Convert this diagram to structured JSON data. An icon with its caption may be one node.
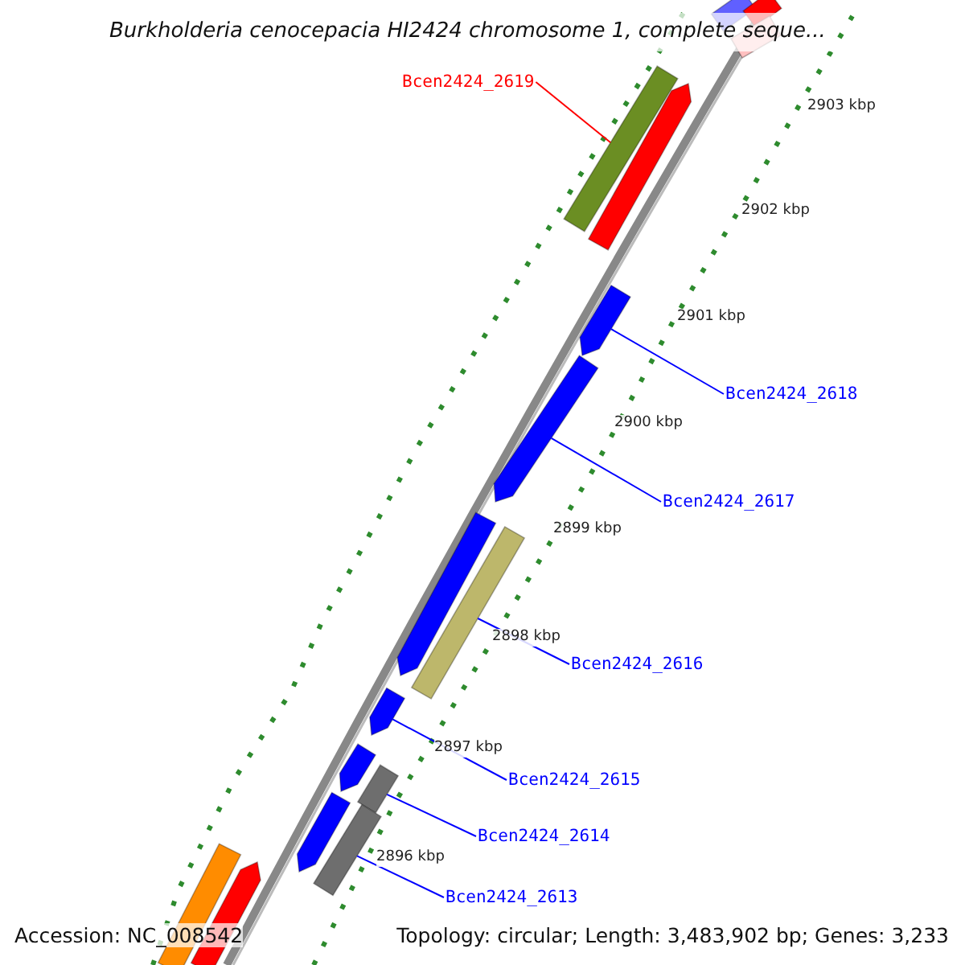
{
  "diagram": {
    "title": "Burkholderia cenocepacia HI2424 chromosome 1, complete seque...",
    "nodes": [
      {
        "text": [
          "Bcen2424_2619"
        ]
      },
      {
        "text": [
          "Bcen2424_2618"
        ]
      },
      {
        "text": [
          "Bcen2424_2617"
        ]
      },
      {
        "text": [
          "Bcen2424_2616"
        ]
      },
      {
        "text": [
          "Bcen2424_2615"
        ]
      },
      {
        "text": [
          "Bcen2424_2614"
        ]
      },
      {
        "text": [
          "Bcen2424_2613"
        ]
      },
      {
        "text": [],
        "shape": "bar"
      },
      {
        "text": [],
        "shape": "bar"
      },
      {
        "text": [],
        "shape": "bar"
      },
      {
        "text": [],
        "shape": "bar"
      },
      {
        "text": [],
        "shape": "arrow"
      },
      {
        "text": [],
        "shape": "arrow"
      },
      {
        "text": [],
        "shape": "arrow"
      },
      {
        "text": [],
        "shape": "arrow"
      },
      {
        "text": [],
        "shape": "bar"
      },
      {
        "text": [],
        "shape": "arrow"
      },
      {
        "text": [],
        "shape": "arrow"
      },
      {
        "text": [],
        "shape": "bar"
      },
      {
        "text": [],
        "shape": "arrow"
      },
      {
        "text": [],
        "shape": "bar"
      },
      {
        "text": [],
        "shape": "bar"
      },
      {
        "text": [],
        "shape": "arrow"
      }
    ],
    "edges": [
      {
        "from": 0,
        "to": 10,
        "arrow": "none",
        "color": "#ff0000"
      },
      {
        "from": 1,
        "to": 12,
        "arrow": "none"
      },
      {
        "from": 2,
        "to": 13,
        "arrow": "none"
      },
      {
        "from": 3,
        "to": 15,
        "arrow": "none"
      },
      {
        "from": 4,
        "to": 16,
        "arrow": "none"
      },
      {
        "from": 5,
        "to": 18,
        "arrow": "none"
      },
      {
        "from": 6,
        "to": 20,
        "arrow": "none"
      }
    ],
    "labels": [
      "2903 kbp",
      "2902 kbp",
      "2901 kbp",
      "2900 kbp",
      "2899 kbp",
      "2898 kbp",
      "2897 kbp",
      "2896 kbp",
      "Accession: NC_008542",
      "Topology: circular; Length: 3,483,902 bp; Genes: 3,233"
    ]
  }
}
